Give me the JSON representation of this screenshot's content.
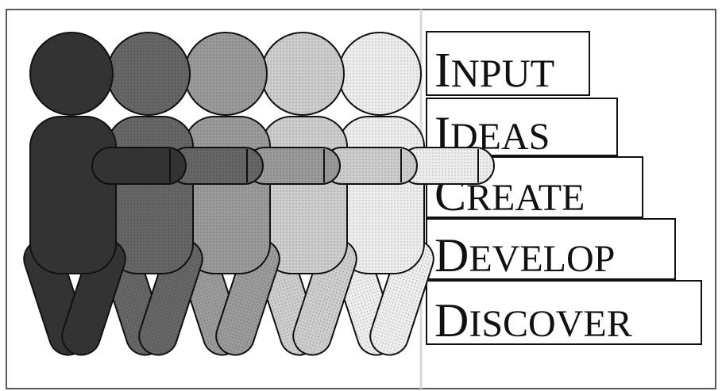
{
  "labels": [
    {
      "first": "I",
      "rest": "NPUT"
    },
    {
      "first": "I",
      "rest": "DEAS"
    },
    {
      "first": "C",
      "rest": "REATE"
    },
    {
      "first": "D",
      "rest": "EVELOP"
    },
    {
      "first": "D",
      "rest": "ISCOVER"
    }
  ],
  "figures": [
    {
      "color": "#333333"
    },
    {
      "color": "#666666"
    },
    {
      "color": "#9a9a9a"
    },
    {
      "color": "#cdcdcd"
    },
    {
      "color": "#ededed"
    }
  ],
  "colors": {
    "background": "#ffffff",
    "frame": "#222222",
    "outline": "#111111",
    "text": "#111111"
  }
}
